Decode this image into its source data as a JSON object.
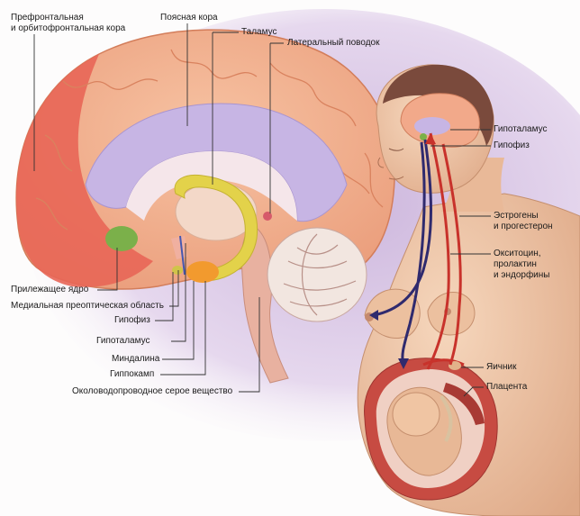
{
  "labels": {
    "prefrontal_line1": "Префронтальная",
    "prefrontal_line2": "и орбитофронтальная кора",
    "cingulate": "Поясная кора",
    "thalamus": "Таламус",
    "lateral_habenula": "Латеральный поводок",
    "nucleus_accumbens": "Прилежащее ядро",
    "medial_preoptic": "Медиальная преоптическая область",
    "pituitary_left": "Гипофиз",
    "hypothalamus_left": "Гипоталамус",
    "amygdala": "Миндалина",
    "hippocampus": "Гиппокамп",
    "periaqueductal_gray": "Околоводопроводное серое вещество",
    "hypothalamus_right": "Гипоталамус",
    "pituitary_right": "Гипофиз",
    "estrogens_line1": "Эстрогены",
    "estrogens_line2": "и прогестерон",
    "oxytocin_line1": "Окситоцин,",
    "oxytocin_line2": "пролактин",
    "oxytocin_line3": "и эндорфины",
    "ovary": "Яичник",
    "placenta": "Плацента"
  },
  "colors": {
    "background": "#fdfcfc",
    "bg_wash": "#d8c6e4",
    "cortex_salmon": "#f3b08f",
    "cortex_fold": "#e58f6a",
    "prefrontal_red": "#e86656",
    "cingulate_purple": "#c7b5e4",
    "nucleus_green": "#7bb04a",
    "amygdala_orange": "#f29a2e",
    "hippocampus_yellow": "#e3d24a",
    "skin": "#efc7a6",
    "hair": "#7a4a3c",
    "artery_red": "#c8322b",
    "vein_navy": "#2f2a6e",
    "uterus_red": "#c74b42",
    "leader": "#333333"
  }
}
